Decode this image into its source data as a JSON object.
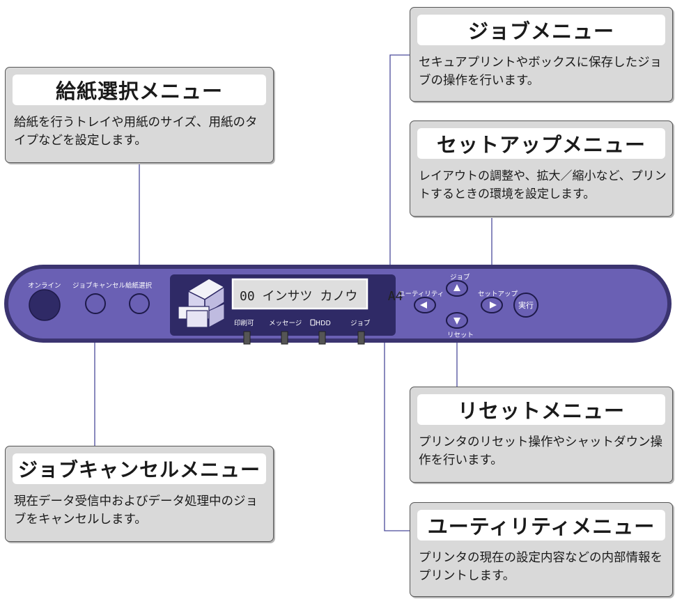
{
  "callouts": {
    "paper": {
      "title": "給紙選択メニュー",
      "desc": "給紙を行うトレイや用紙のサイズ、用紙のタイプなどを設定します。"
    },
    "cancel": {
      "title": "ジョブキャンセルメニュー",
      "desc": "現在データ受信中およびデータ処理中のジョブをキャンセルします。"
    },
    "job": {
      "title": "ジョブメニュー",
      "desc": "セキュアプリントやボックスに保存したジョブの操作を行います。"
    },
    "setup": {
      "title": "セットアップメニュー",
      "desc": "レイアウトの調整や、拡大／縮小など、プリントするときの環境を設定します。"
    },
    "reset": {
      "title": "リセットメニュー",
      "desc": "プリンタのリセット操作やシャットダウン操作を行います。"
    },
    "utility": {
      "title": "ユーティリティメニュー",
      "desc": "プリンタの現在の設定内容などの内部情報をプリントします。"
    }
  },
  "panel": {
    "online_label": "オンライン",
    "cancel_label": "ジョブキャンセル",
    "paper_label": "給紙選択",
    "lcd_text": "00 インサツ カノウ    A4",
    "indicators": [
      "印刷可",
      "メッセージ",
      "HDD",
      "ジョブ"
    ],
    "job_label": "ジョブ",
    "utility_label": "ユーティリティ",
    "setup_label": "セットアップ",
    "reset_label": "リセット",
    "exec_label": "実行"
  },
  "colors": {
    "panel": "#6a60b4",
    "panel_dark": "#3b3470",
    "line": "#4a4a9a",
    "callout_bg": "#d9d9d9"
  }
}
